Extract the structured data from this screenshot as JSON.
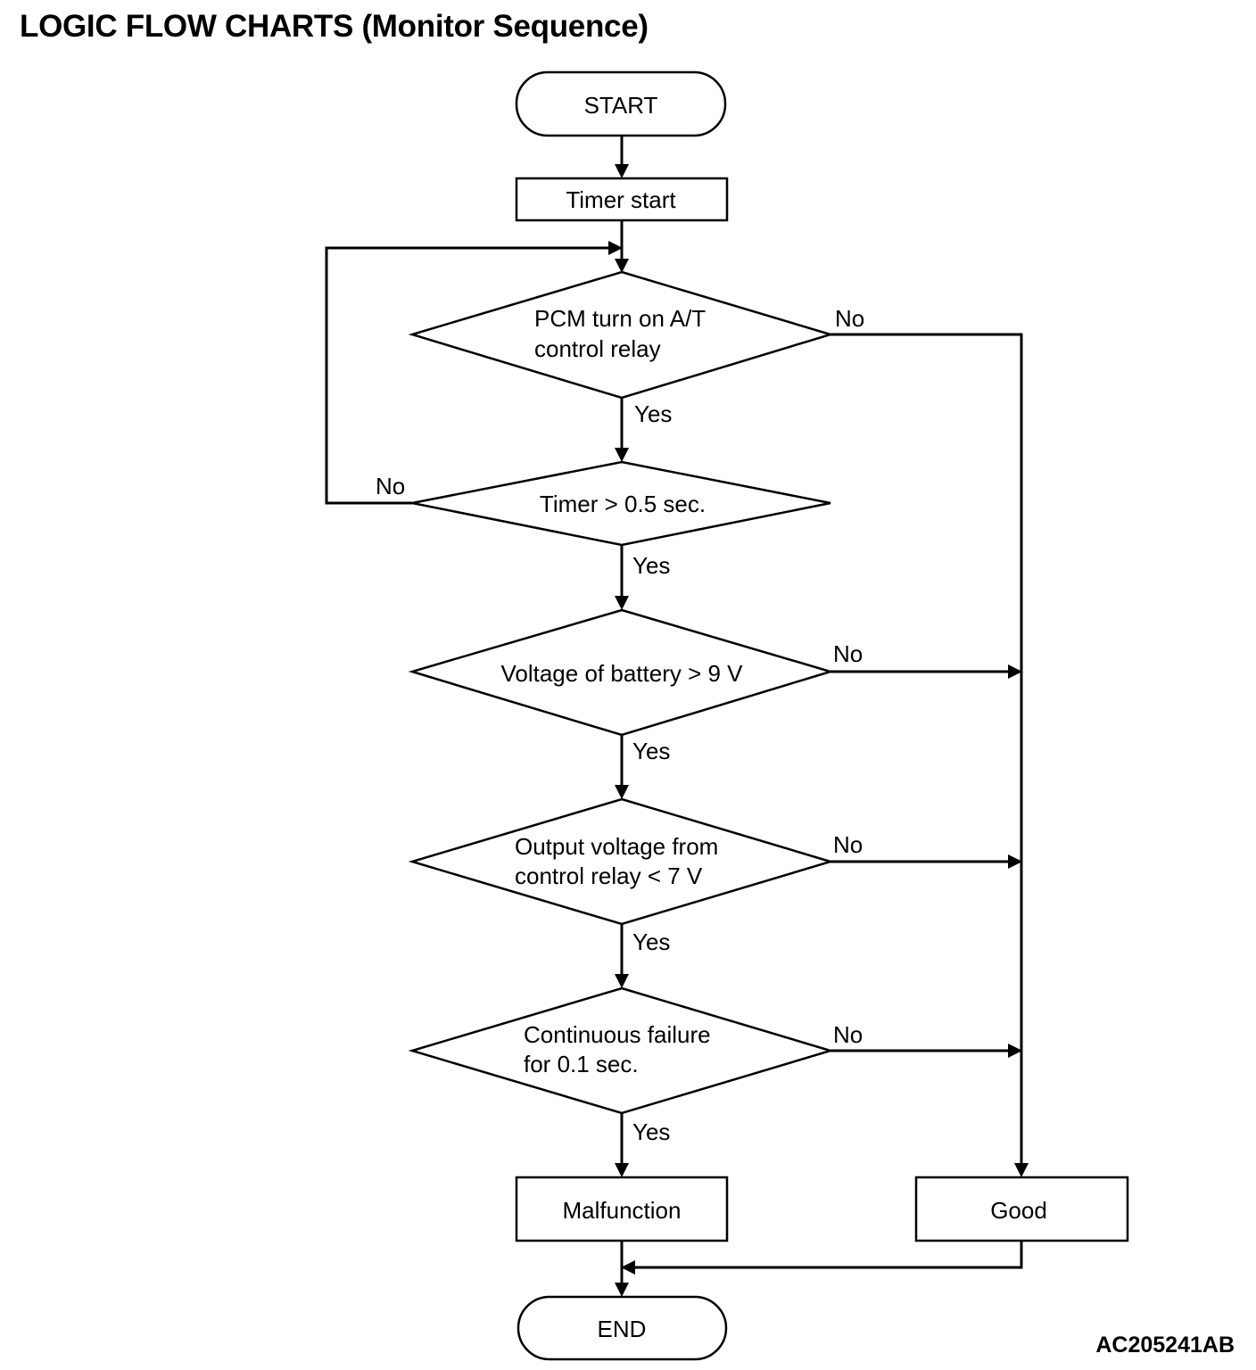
{
  "title": "LOGIC FLOW CHARTS (Monitor Sequence)",
  "figure_code": "AC205241AB",
  "nodes": {
    "start": "START",
    "timer_start": "Timer start",
    "pcm_relay": [
      "PCM turn on A/T",
      "control relay"
    ],
    "timer_check": "Timer > 0.5 sec.",
    "battery_check": "Voltage of battery > 9 V",
    "output_check": [
      "Output voltage from",
      "control relay < 7 V"
    ],
    "continuous_check": [
      "Continuous failure",
      "for 0.1 sec."
    ],
    "malfunction": "Malfunction",
    "good": "Good",
    "end": "END"
  },
  "labels": {
    "pcm_no": "No",
    "pcm_yes": "Yes",
    "timer_no": "No",
    "timer_yes": "Yes",
    "battery_no": "No",
    "battery_yes": "Yes",
    "output_no": "No",
    "output_yes": "Yes",
    "continuous_no": "No",
    "continuous_yes": "Yes"
  }
}
